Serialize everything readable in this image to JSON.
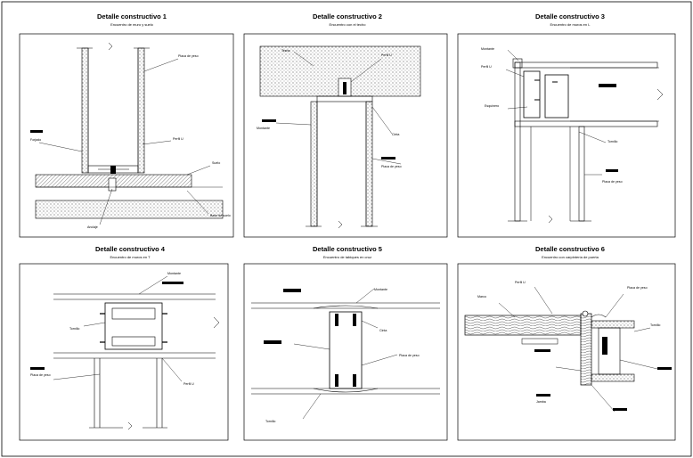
{
  "panels": [
    {
      "title": "Detalle constructivo 1",
      "subtitle": "Encuentro de muro y suelo",
      "notes": [
        "Placa de yeso",
        "Perfil U",
        "Suelo",
        "Base de suelo",
        "Anclaje",
        "Forjado"
      ]
    },
    {
      "title": "Detalle constructivo 2",
      "subtitle": "Encuentro con el techo",
      "notes": [
        "Techo",
        "Perfil U",
        "Placa de yeso",
        "Montante",
        "Cinta"
      ]
    },
    {
      "title": "Detalle constructivo 3",
      "subtitle": "Encuentro de muros en L",
      "notes": [
        "Montante",
        "Perfil U",
        "Placa de yeso",
        "Esquinero",
        "Tornillo"
      ]
    },
    {
      "title": "Detalle constructivo 4",
      "subtitle": "Encuentro de muros en T",
      "notes": [
        "Montante",
        "Perfil U",
        "Placa de yeso",
        "Tornillo"
      ]
    },
    {
      "title": "Detalle constructivo 5",
      "subtitle": "Encuentro de tabiques en cruz",
      "notes": [
        "Montante",
        "Placa de yeso",
        "Tornillo",
        "Cinta"
      ]
    },
    {
      "title": "Detalle constructivo 6",
      "subtitle": "Encuentro con carpintería de puerta",
      "notes": [
        "Marco",
        "Perfil U",
        "Placa de yeso",
        "Tornillo",
        "Jamba"
      ]
    }
  ]
}
